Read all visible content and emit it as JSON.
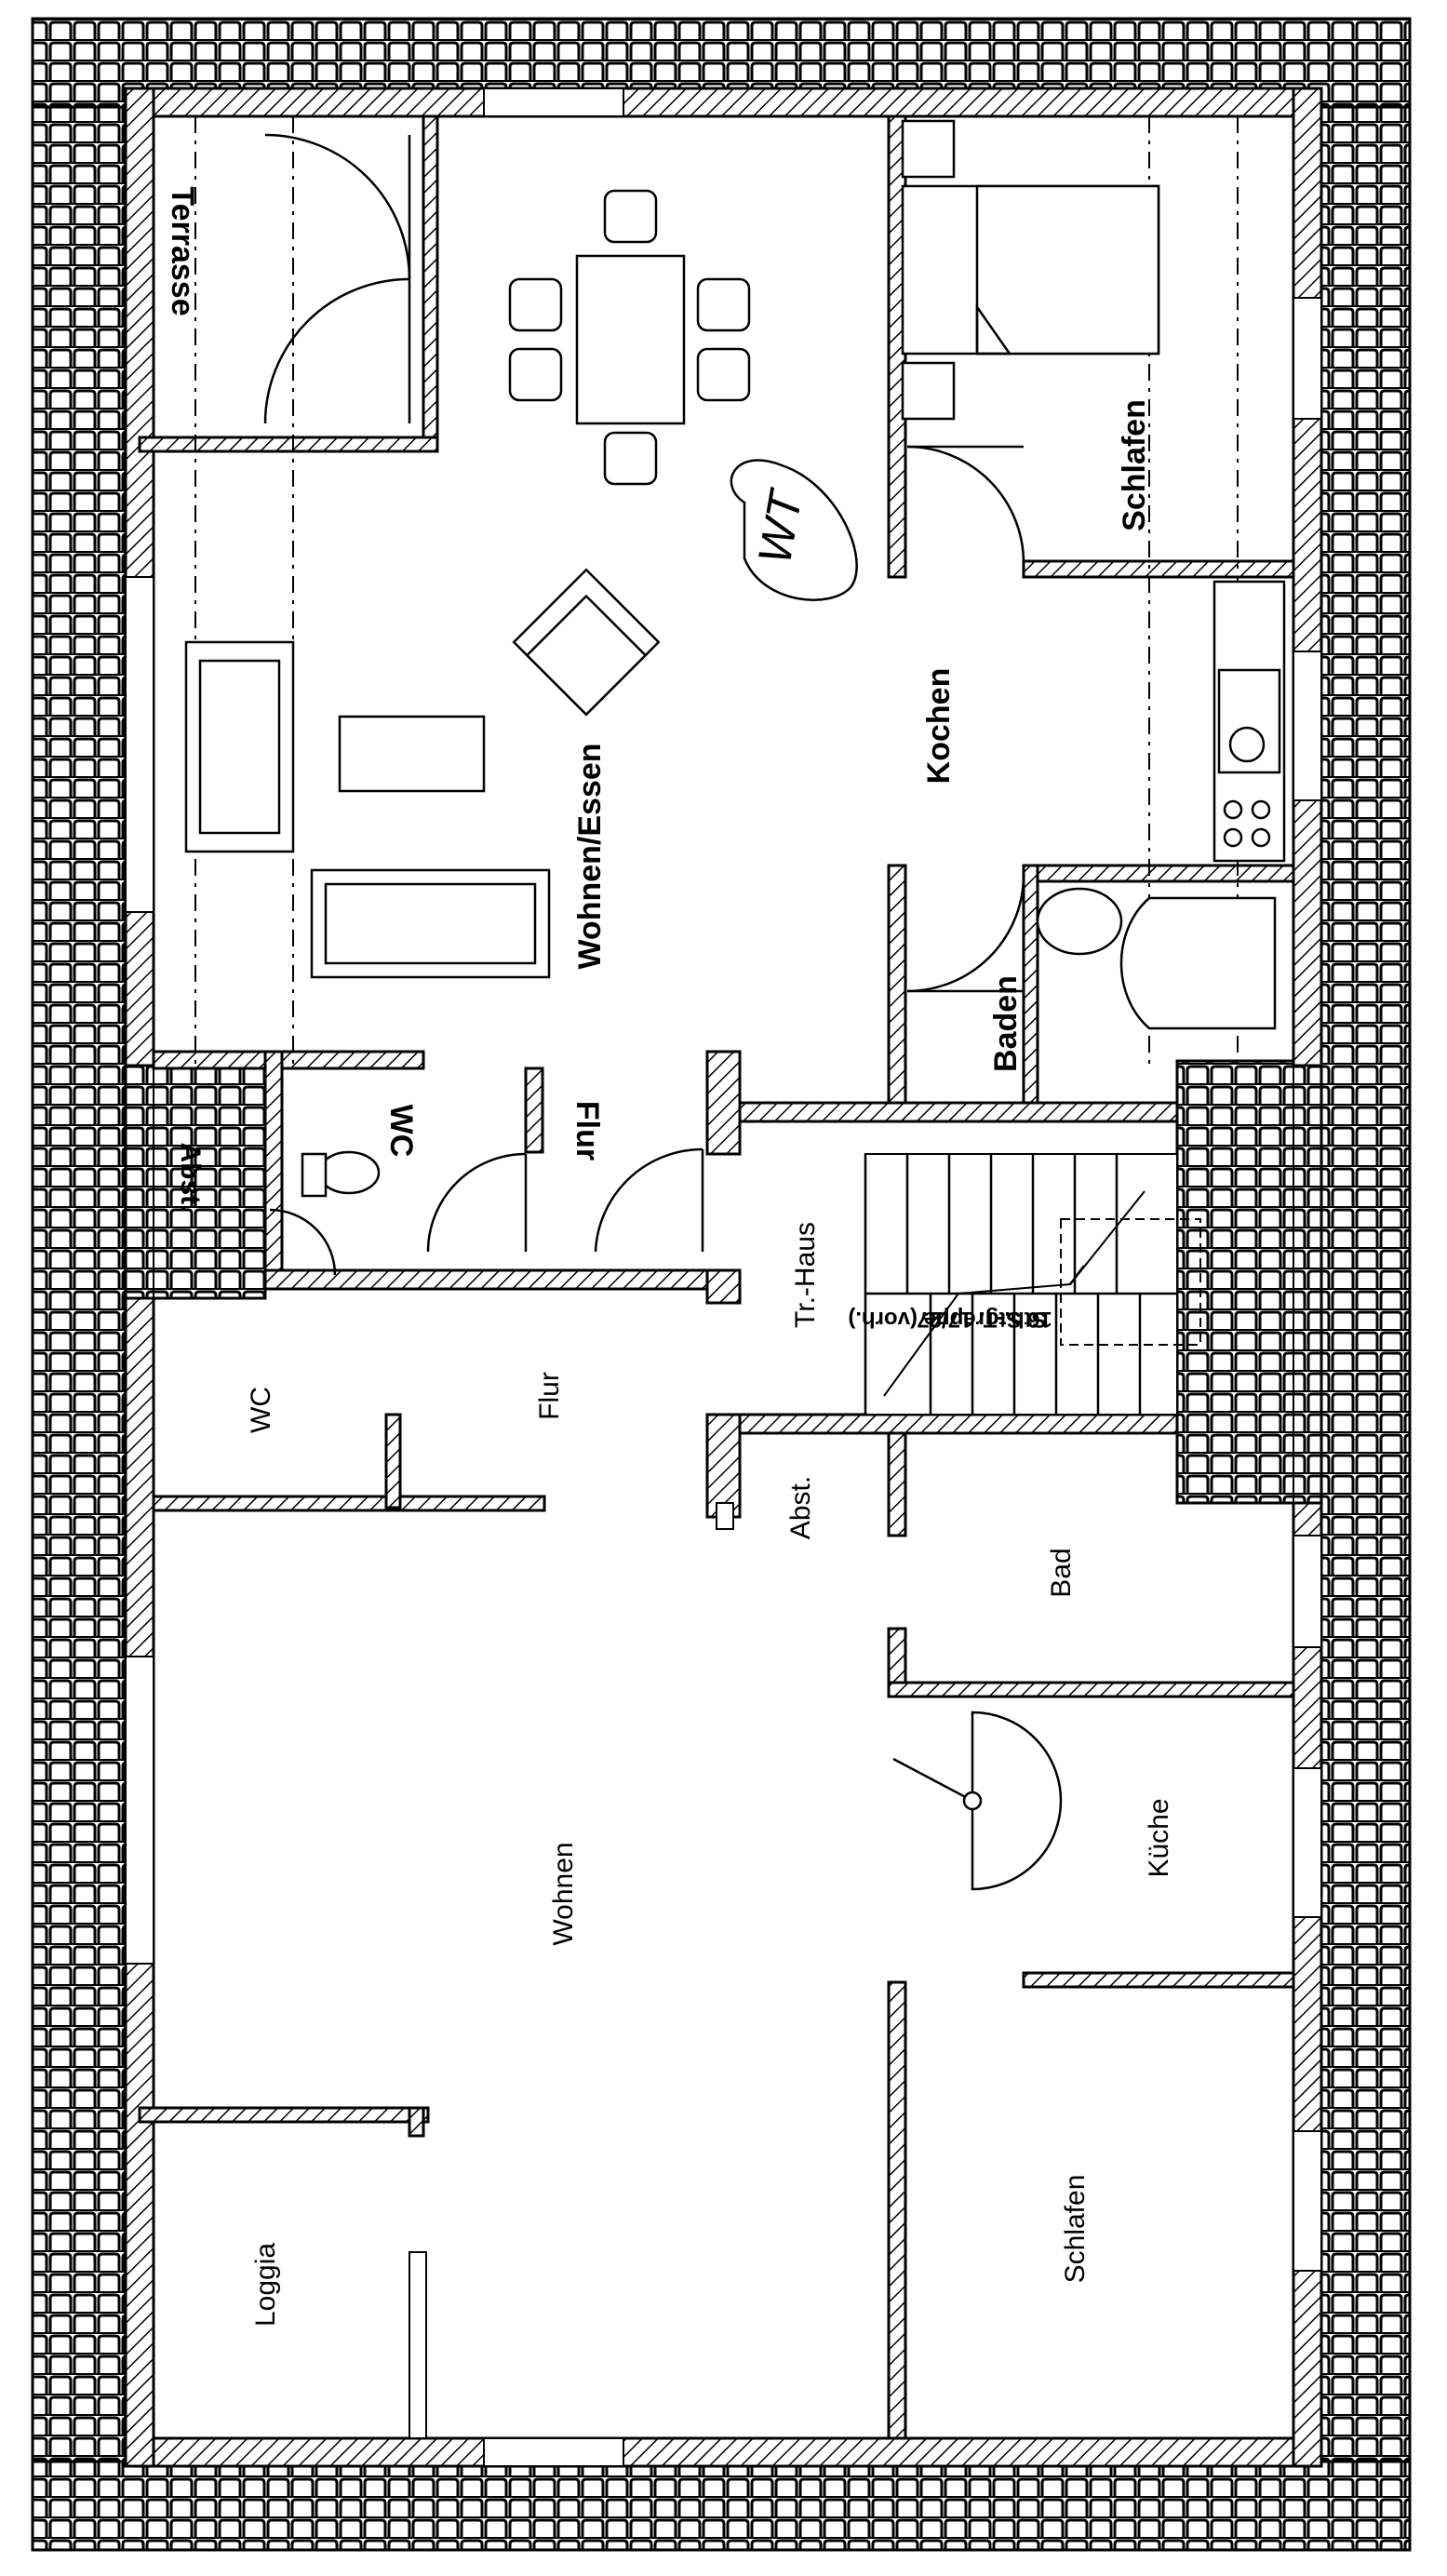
{
  "plan": {
    "top_unit": {
      "rooms": {
        "terrace": "Terrasse",
        "living_dining": "Wohnen/Essen",
        "bedroom": "Schlafen",
        "kitchen": "Kochen",
        "bath": "Baden",
        "wc": "WC",
        "hall": "Flur",
        "storage": "Abst."
      },
      "handwritten_mark": "WT"
    },
    "stair": {
      "label": "Tr.-Haus",
      "note_line1": "Stb.-Treppe (vorh.)",
      "note_line2": "16 Stg. 17/27"
    },
    "bottom_unit": {
      "rooms": {
        "wc": "WC",
        "hall": "Flur",
        "storage": "Abst.",
        "bath": "Bad",
        "kitchen": "Küche",
        "living": "Wohnen",
        "bedroom": "Schlafen",
        "loggia": "Loggia"
      }
    }
  }
}
